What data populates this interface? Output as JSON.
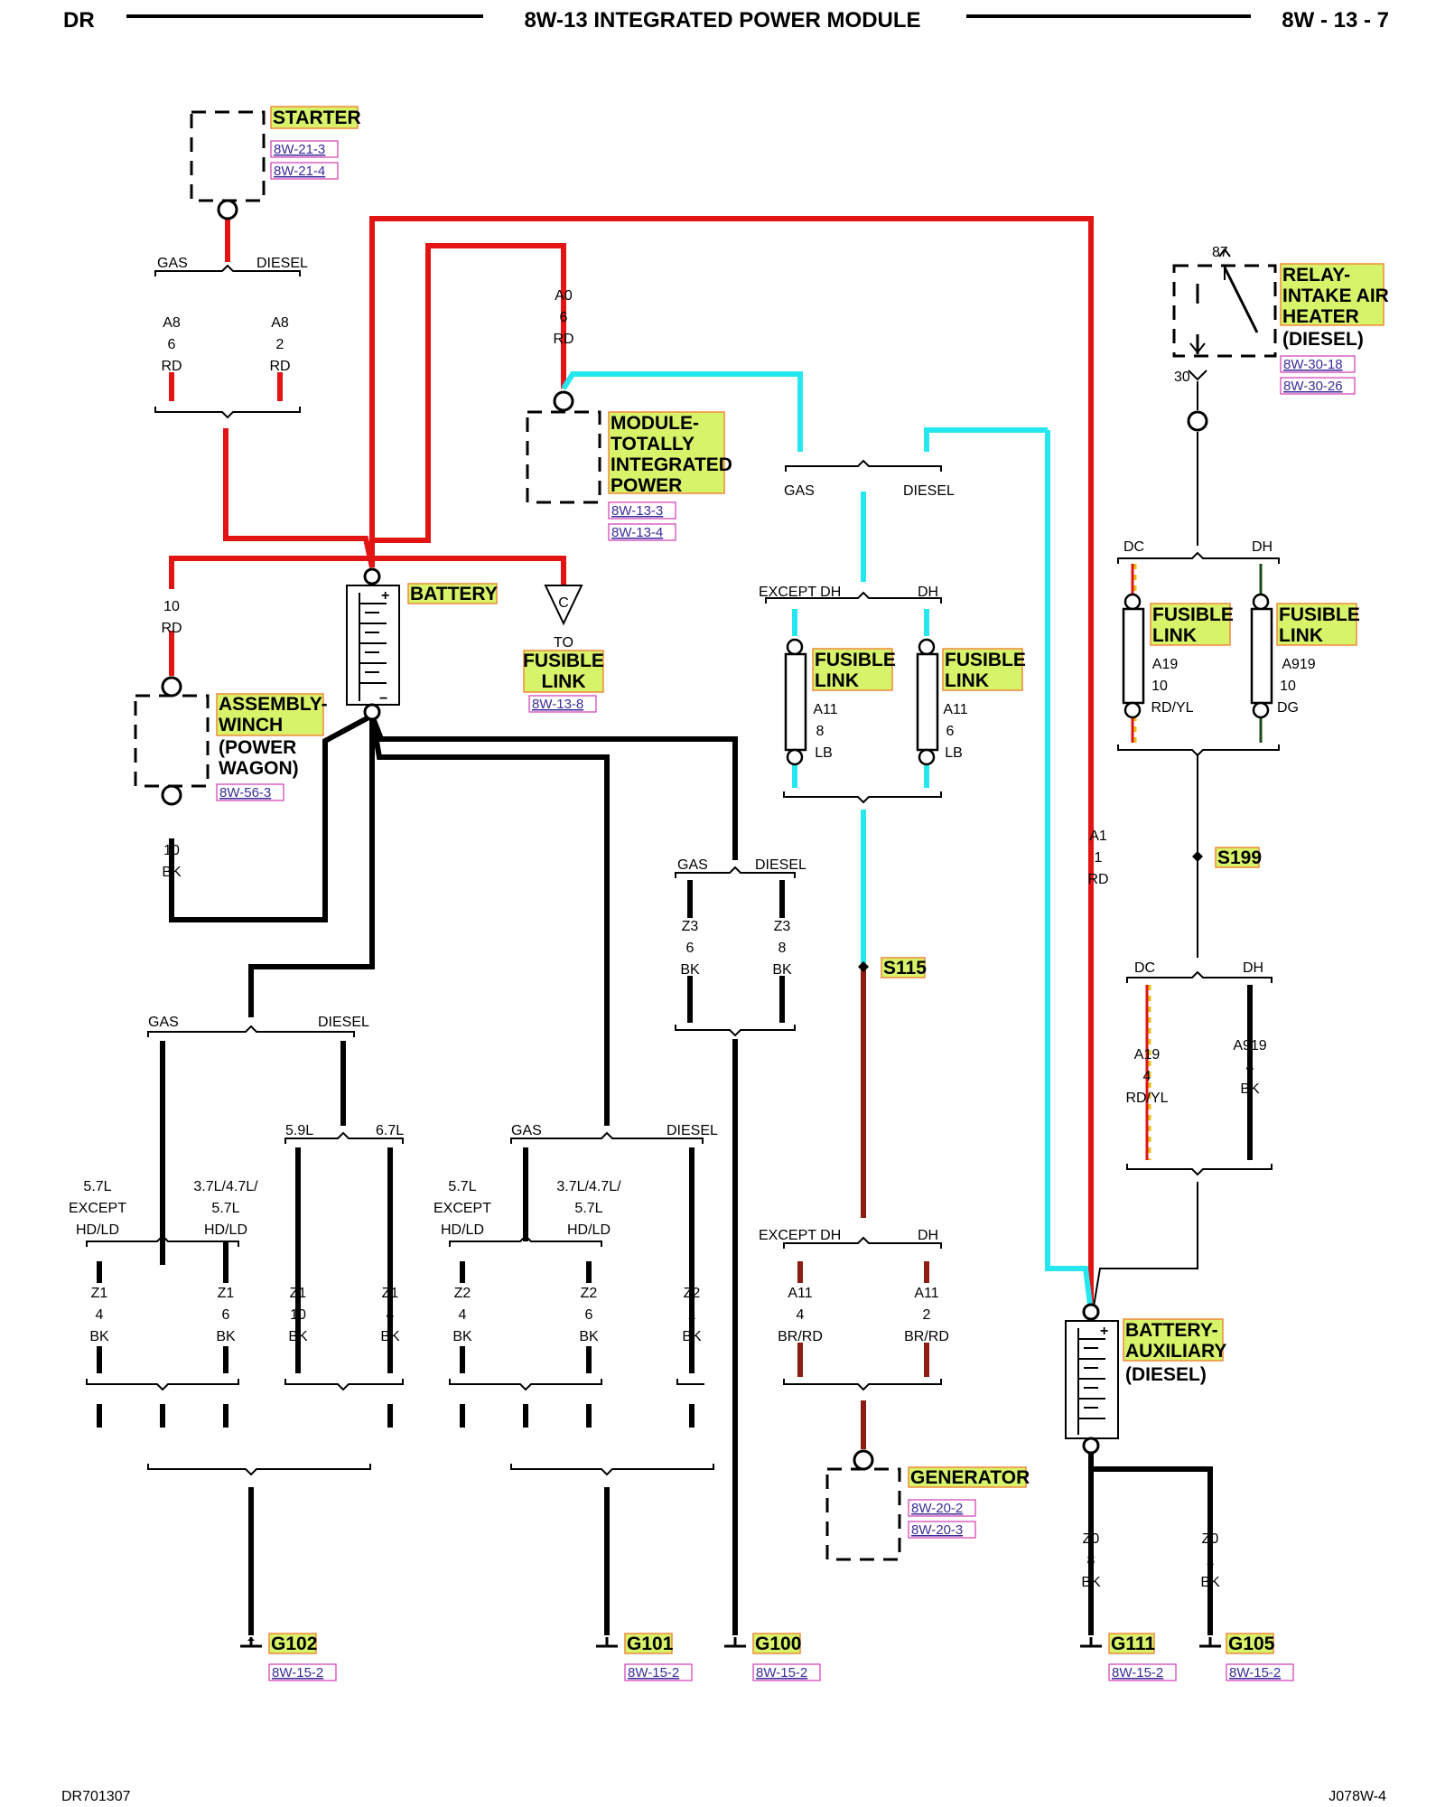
{
  "header": {
    "left": "DR",
    "title": "8W-13 INTEGRATED POWER MODULE",
    "right": "8W - 13 - 7"
  },
  "footer": {
    "left": "DR701307",
    "right": "J078W-4"
  },
  "colors": {
    "red_wire": "#e21414",
    "black_wire": "#000000",
    "cyan_wire": "#26e6ef",
    "brown_wire": "#8b1d12",
    "highlight": "#d7f36a"
  },
  "components": {
    "starter": {
      "name": "STARTER",
      "refs": [
        "8W-21-3",
        "8W-21-4"
      ]
    },
    "module": {
      "name_lines": [
        "MODULE-",
        "TOTALLY",
        "INTEGRATED",
        "POWER"
      ],
      "refs": [
        "8W-13-3",
        "8W-13-4"
      ]
    },
    "relay": {
      "name_lines": [
        "RELAY-",
        "INTAKE AIR",
        "HEATER"
      ],
      "sub": "(DIESEL)",
      "refs": [
        "8W-30-18",
        "8W-30-26"
      ],
      "pin87": "87",
      "pin30": "30"
    },
    "battery": {
      "name": "BATTERY"
    },
    "fusible_to": {
      "to": "TO",
      "name_lines": [
        "FUSIBLE",
        "LINK"
      ],
      "ref": "8W-13-8",
      "conn": "C"
    },
    "winch": {
      "name_lines": [
        "ASSEMBLY-",
        "WINCH"
      ],
      "sub_lines": [
        "(POWER",
        "WAGON)"
      ],
      "ref": "8W-56-3"
    },
    "fl_a11_8": {
      "name_lines": [
        "FUSIBLE",
        "LINK"
      ]
    },
    "fl_a11_6": {
      "name_lines": [
        "FUSIBLE",
        "LINK"
      ]
    },
    "fl_a19": {
      "name_lines": [
        "FUSIBLE",
        "LINK"
      ]
    },
    "fl_a919": {
      "name_lines": [
        "FUSIBLE",
        "LINK"
      ]
    },
    "battery_aux": {
      "name_lines": [
        "BATTERY-",
        "AUXILIARY"
      ],
      "sub": "(DIESEL)"
    },
    "generator": {
      "name": "GENERATOR",
      "refs": [
        "8W-20-2",
        "8W-20-3"
      ]
    },
    "splices": {
      "s115": "S115",
      "s199": "S199"
    },
    "grounds": [
      {
        "name": "G102",
        "ref": "8W-15-2"
      },
      {
        "name": "G101",
        "ref": "8W-15-2"
      },
      {
        "name": "G100",
        "ref": "8W-15-2"
      },
      {
        "name": "G111",
        "ref": "8W-15-2"
      },
      {
        "name": "G105",
        "ref": "8W-15-2"
      }
    ]
  },
  "branch_labels": {
    "starter_gas": "GAS",
    "starter_diesel": "DIESEL",
    "ipm_gas": "GAS",
    "ipm_diesel": "DIESEL",
    "fl_except_dh": "EXCEPT DH",
    "fl_dh": "DH",
    "relay_dc": "DC",
    "relay_dh": "DH",
    "z3_gas": "GAS",
    "z3_diesel": "DIESEL",
    "g102_gas": "GAS",
    "g102_diesel": "DIESEL",
    "l59": "5.9L",
    "l67": "6.7L",
    "g101_gas": "GAS",
    "g101_diesel": "DIESEL",
    "z1a_l1": "5.7L",
    "z1a_l2": "EXCEPT",
    "z1a_l3": "HD/LD",
    "z1b_l1": "3.7L/4.7L/",
    "z1b_l2": "5.7L",
    "z1b_l3": "HD/LD",
    "z2a_l1": "5.7L",
    "z2a_l2": "EXCEPT",
    "z2a_l3": "HD/LD",
    "z2b_l1": "3.7L/4.7L/",
    "z2b_l2": "5.7L",
    "z2b_l3": "HD/LD",
    "gen_except_dh": "EXCEPT DH",
    "gen_dh": "DH",
    "lower_dc": "DC",
    "lower_dh": "DH"
  },
  "wires": {
    "a8_gas": [
      "A8",
      "6",
      "RD"
    ],
    "a8_diesel": [
      "A8",
      "2",
      "RD"
    ],
    "a0": [
      "A0",
      "6",
      "RD"
    ],
    "winch_top": [
      "10",
      "RD"
    ],
    "winch_bot": [
      "10",
      "BK"
    ],
    "fl_a11_8": [
      "A11",
      "8",
      "LB"
    ],
    "fl_a11_6": [
      "A11",
      "6",
      "LB"
    ],
    "fl_a19": [
      "A19",
      "10",
      "RD/YL"
    ],
    "fl_a919": [
      "A919",
      "10",
      "DG"
    ],
    "a1": [
      "A1",
      "1",
      "RD"
    ],
    "z3_gas": [
      "Z3",
      "6",
      "BK"
    ],
    "z3_diesel": [
      "Z3",
      "8",
      "BK"
    ],
    "lower_a19": [
      "A19",
      "4",
      "RD/YL"
    ],
    "lower_a919": [
      "A919",
      "4",
      "BK"
    ],
    "z1_4a": [
      "Z1",
      "4",
      "BK"
    ],
    "z1_6": [
      "Z1",
      "6",
      "BK"
    ],
    "z1_10": [
      "Z1",
      "10",
      "BK"
    ],
    "z1_4b": [
      "Z1",
      "4",
      "BK"
    ],
    "z2_4": [
      "Z2",
      "4",
      "BK"
    ],
    "z2_6": [
      "Z2",
      "6",
      "BK"
    ],
    "z2_1": [
      "Z2",
      "1",
      "BK"
    ],
    "a11_4": [
      "A11",
      "4",
      "BR/RD"
    ],
    "a11_2": [
      "A11",
      "2",
      "BR/RD"
    ],
    "z0_8": [
      "Z0",
      "8",
      "BK"
    ],
    "z0_1": [
      "Z0",
      "1",
      "BK"
    ]
  }
}
